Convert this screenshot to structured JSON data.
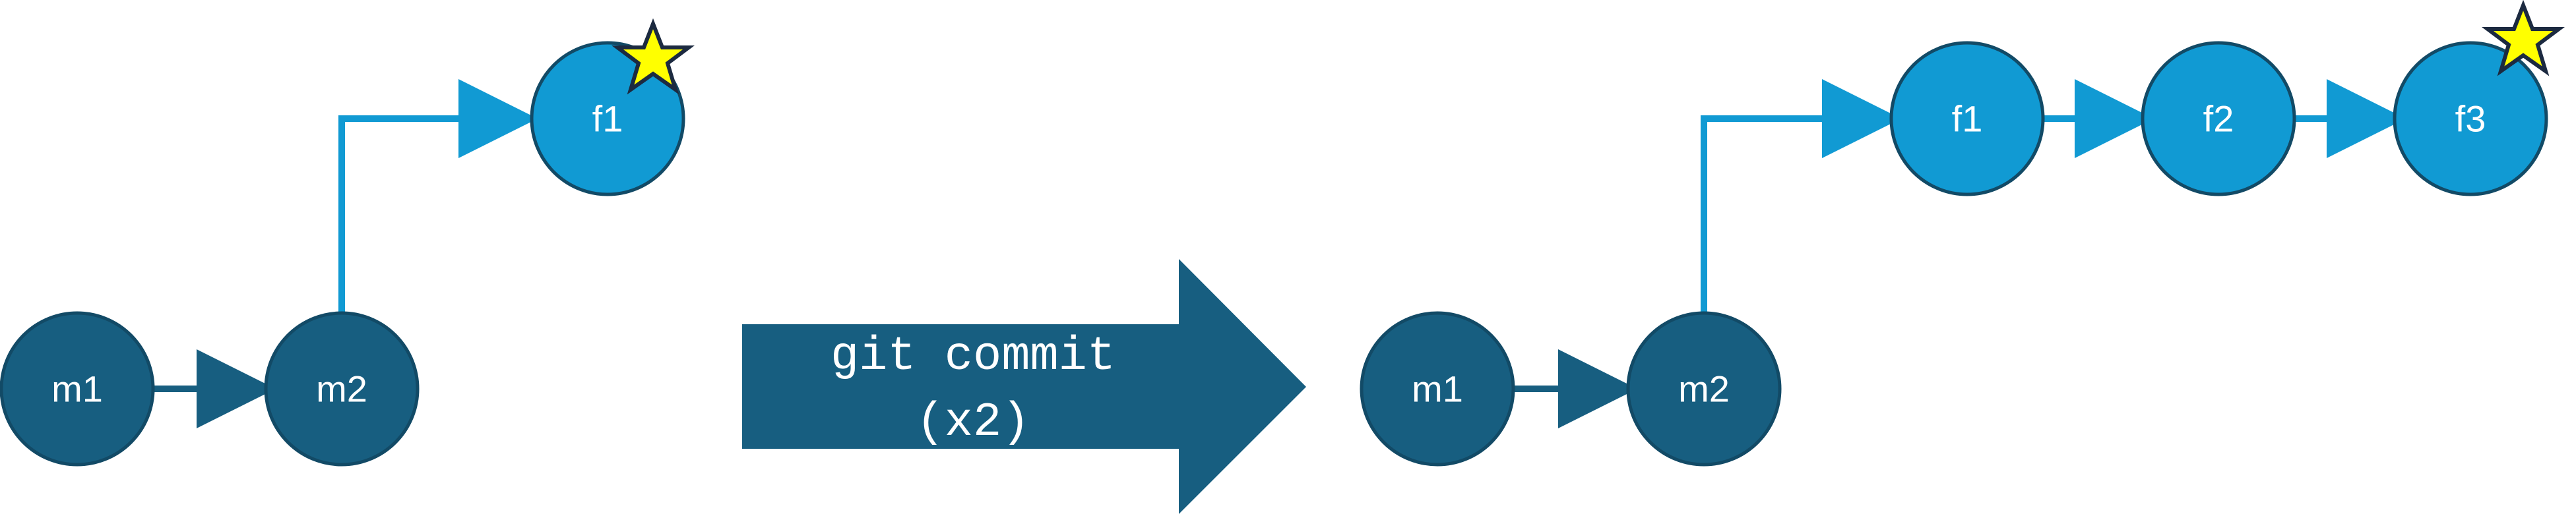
{
  "colors": {
    "main_commit": "#175e80",
    "feature_commit": "#119ad3",
    "main_arrow": "#175e80",
    "feature_arrow": "#119ad3",
    "node_stroke": "#124a66",
    "head_star_fill": "#ffff00",
    "head_star_stroke": "#1c2a40",
    "command_arrow": "#175e80"
  },
  "before": {
    "main_commits": [
      "m1",
      "m2"
    ],
    "feature_commits": [
      "f1"
    ]
  },
  "command": {
    "line1": "git commit",
    "line2": "(x2)"
  },
  "after": {
    "main_commits": [
      "m1",
      "m2"
    ],
    "feature_commits": [
      "f1",
      "f2",
      "f3"
    ]
  },
  "icons": {
    "head_marker": "star-icon"
  }
}
